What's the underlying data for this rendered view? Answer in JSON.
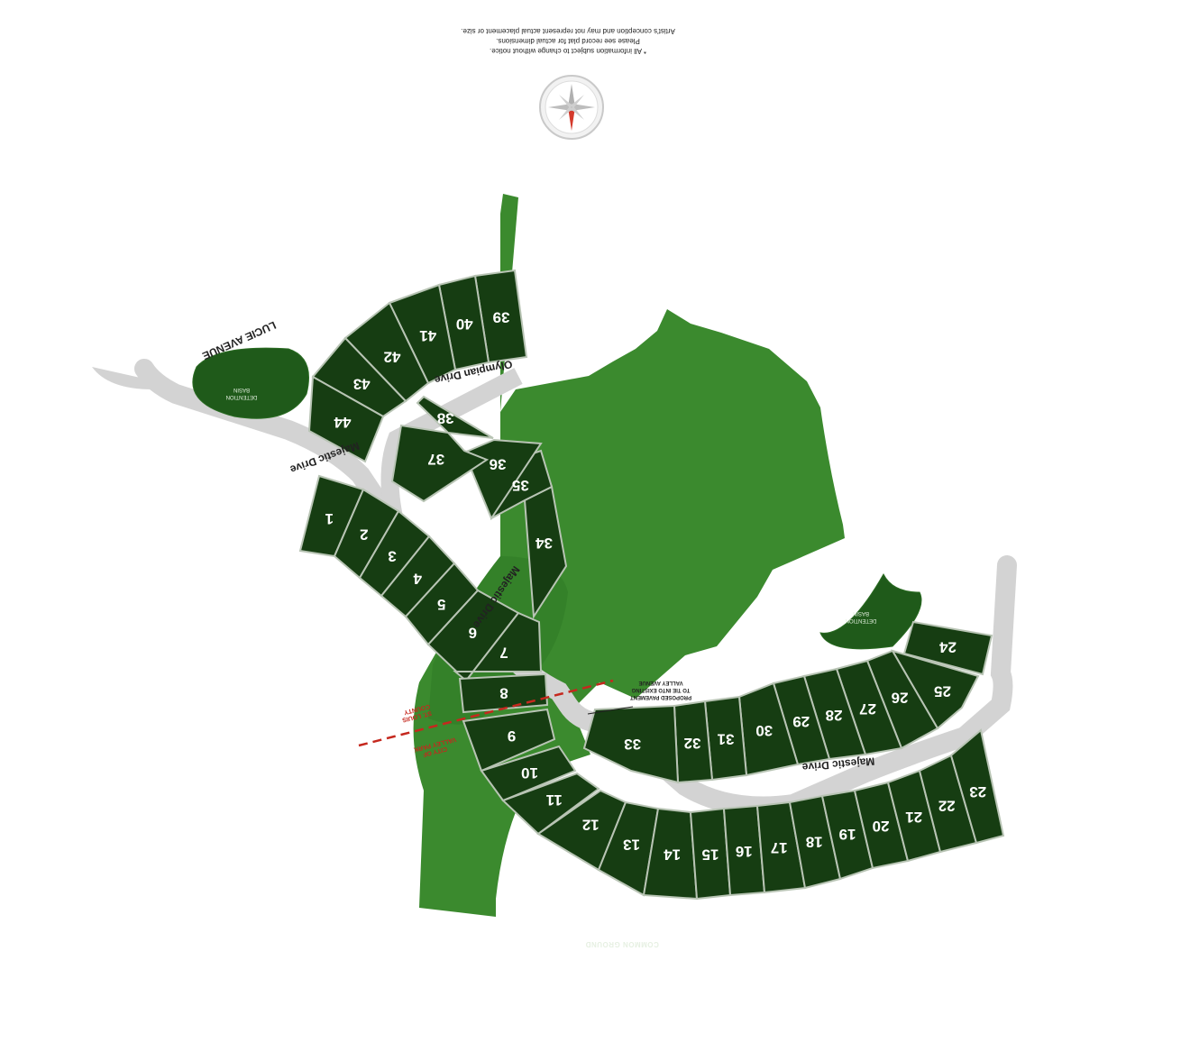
{
  "disclaimer": {
    "line1": "* All information subject to change without notice.",
    "line2": "Please see record plat for actual dimensions.",
    "line3": "Artist's conception and may not represent actual placement or size."
  },
  "compass": {
    "icon": "compass-rose-icon",
    "needle_color": "#d43a2c"
  },
  "colors": {
    "common_ground": "#3b8a2e",
    "lot_fill": "#163d12",
    "lot_outline": "#b8c4b4",
    "street": "#d3d3d3",
    "basin": "#1f5a1a",
    "boundary_line": "#c5281e"
  },
  "streets": {
    "majestic_drive": "Majestic Drive",
    "olympian_drive": "Olympian Drive",
    "lucie_avenue": "LUCIE AVENUE"
  },
  "detention_basin_label": {
    "line1": "DETENTION",
    "line2": "BASIN"
  },
  "common_ground_label": "COMMON GROUND",
  "jurisdiction": {
    "st_louis_line1": "ST. LOUIS",
    "st_louis_line2": "COUNTY",
    "valley_park_line1": "CITY OF",
    "valley_park_line2": "VALLEY PARK"
  },
  "pavement_note": {
    "line1": "PROPOSED PAVEMENT",
    "line2": "TO TIE INTO EXISTING",
    "line3": "VALLEY AVENUE"
  },
  "lots": [
    "1",
    "2",
    "3",
    "4",
    "5",
    "6",
    "7",
    "8",
    "9",
    "10",
    "11",
    "12",
    "13",
    "14",
    "15",
    "16",
    "17",
    "18",
    "19",
    "20",
    "21",
    "22",
    "23",
    "24",
    "25",
    "26",
    "27",
    "28",
    "29",
    "30",
    "31",
    "32",
    "33",
    "34",
    "35",
    "36",
    "37",
    "38",
    "39",
    "40",
    "41",
    "42",
    "43",
    "44"
  ]
}
